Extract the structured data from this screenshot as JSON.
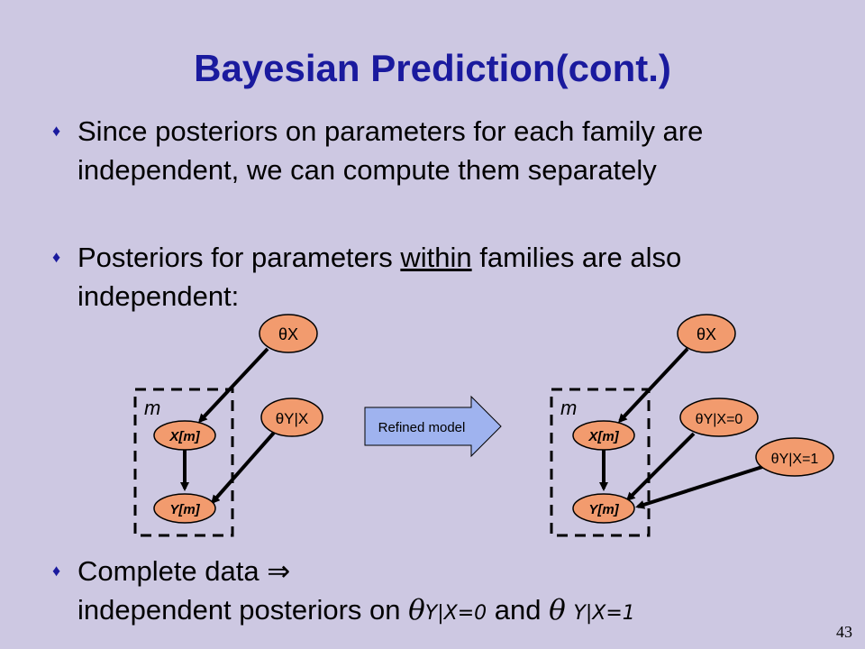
{
  "slide": {
    "title": "Bayesian Prediction(cont.)",
    "bullets": [
      {
        "text": "Since posteriors on parameters for each family are independent, we can compute them separately"
      },
      {
        "pre": "Posteriors for parameters ",
        "underlined": "within",
        "post": " families are also independent:"
      },
      {
        "pre": "Complete data ",
        "arrow": "⇒",
        "line2_pre": "independent posteriors on ",
        "theta": "θ",
        "sub1": "Y|X=0",
        "and": " and ",
        "sub2": "Y|X=1"
      }
    ],
    "page_number": "43"
  },
  "diagram": {
    "plate_label": "m",
    "left_nodes": {
      "theta_x": "θX",
      "theta_yx": "θY|X",
      "xm": "X[m]",
      "ym": "Y[m]"
    },
    "right_nodes": {
      "theta_x": "θX",
      "theta_yx0": "θY|X=0",
      "theta_yx1": "θY|X=1",
      "xm": "X[m]",
      "ym": "Y[m]"
    },
    "refined_label": "Refined model"
  },
  "colors": {
    "background": "#cdc8e2",
    "title": "#1a1a9e",
    "node_fill": "#f29b6e",
    "arrow_fill": "#9fb3ef"
  }
}
